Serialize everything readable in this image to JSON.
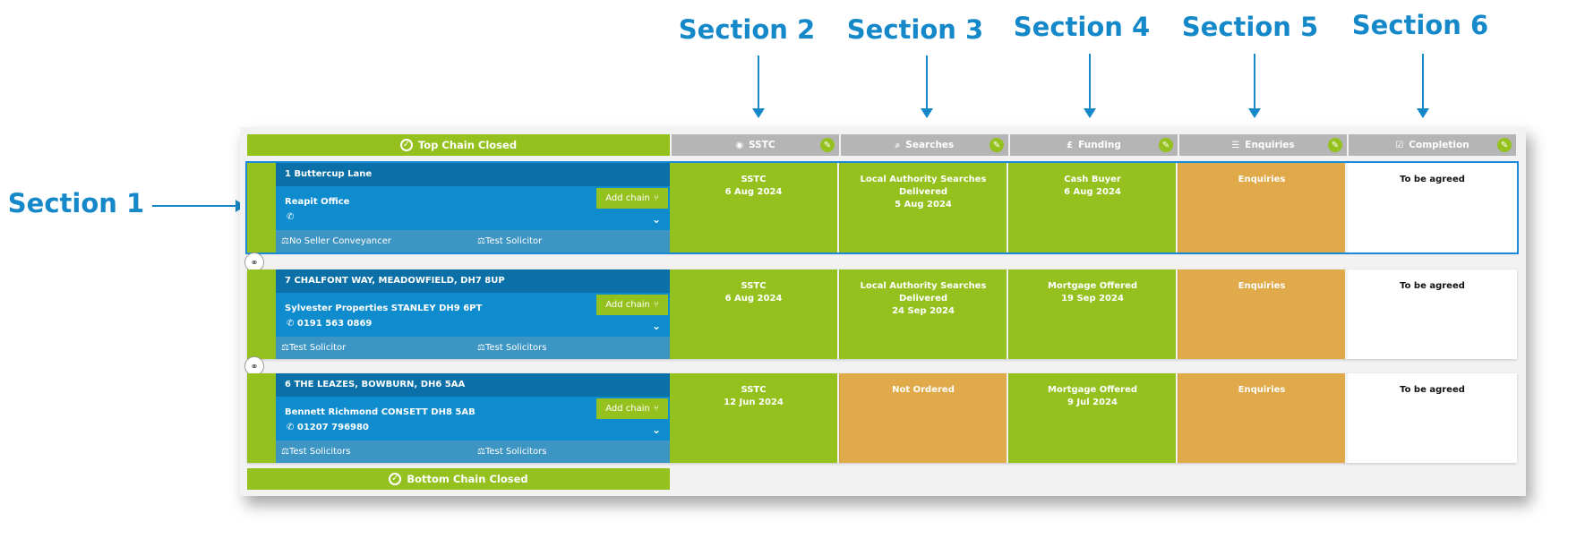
{
  "annotations": {
    "sections": [
      "Section 1",
      "Section 2",
      "Section 3",
      "Section 4",
      "Section 5",
      "Section 6"
    ],
    "color": "#1488c8"
  },
  "chain": {
    "top_label": "Top Chain Closed",
    "bottom_label": "Bottom Chain Closed",
    "check_icon": "check-circle-icon",
    "link_icon": "link-icon"
  },
  "columns": [
    {
      "label": "SSTC",
      "icon": "eye-icon"
    },
    {
      "label": "Searches",
      "icon": "search-icon"
    },
    {
      "label": "Funding",
      "icon": "pound-icon"
    },
    {
      "label": "Enquiries",
      "icon": "list-icon"
    },
    {
      "label": "Completion",
      "icon": "checkbox-icon"
    }
  ],
  "add_chain_label": "Add chain",
  "colors": {
    "green": "#95c11f",
    "orange": "#e0a94a",
    "blue": "#0f8ccd",
    "dark_blue": "#0b6fa8",
    "header_grey": "#b5b5b5"
  },
  "rows": [
    {
      "address": "1 Buttercup Lane",
      "office": "Reapit Office",
      "phone": "",
      "sol_left": "No Seller Conveyancer",
      "sol_right": "Test Solicitor",
      "cells": [
        {
          "line1": "SSTC",
          "line2": "6 Aug 2024",
          "status": "green"
        },
        {
          "line1": "Local Authority Searches Delivered",
          "line2": "5 Aug 2024",
          "status": "green"
        },
        {
          "line1": "Cash Buyer",
          "line2": "6 Aug 2024",
          "status": "green"
        },
        {
          "line1": "Enquiries",
          "line2": "",
          "status": "orange"
        },
        {
          "line1": "To be agreed",
          "line2": "",
          "status": "white"
        }
      ]
    },
    {
      "address": "7 CHALFONT WAY, MEADOWFIELD, DH7 8UP",
      "office": "Sylvester Properties STANLEY DH9 6PT",
      "phone": "0191 563 0869",
      "sol_left": "Test Solicitor",
      "sol_right": "Test Solicitors",
      "cells": [
        {
          "line1": "SSTC",
          "line2": "6 Aug 2024",
          "status": "green"
        },
        {
          "line1": "Local Authority Searches Delivered",
          "line2": "24 Sep 2024",
          "status": "green"
        },
        {
          "line1": "Mortgage Offered",
          "line2": "19 Sep 2024",
          "status": "green"
        },
        {
          "line1": "Enquiries",
          "line2": "",
          "status": "orange"
        },
        {
          "line1": "To be agreed",
          "line2": "",
          "status": "white"
        }
      ]
    },
    {
      "address": "6 THE LEAZES, BOWBURN, DH6 5AA",
      "office": "Bennett Richmond CONSETT DH8 5AB",
      "phone": "01207 796980",
      "sol_left": "Test Solicitors",
      "sol_right": "Test Solicitors",
      "cells": [
        {
          "line1": "SSTC",
          "line2": "12 Jun 2024",
          "status": "green"
        },
        {
          "line1": "Not Ordered",
          "line2": "",
          "status": "orange"
        },
        {
          "line1": "Mortgage Offered",
          "line2": "9 Jul 2024",
          "status": "green"
        },
        {
          "line1": "Enquiries",
          "line2": "",
          "status": "orange"
        },
        {
          "line1": "To be agreed",
          "line2": "",
          "status": "white"
        }
      ]
    }
  ]
}
